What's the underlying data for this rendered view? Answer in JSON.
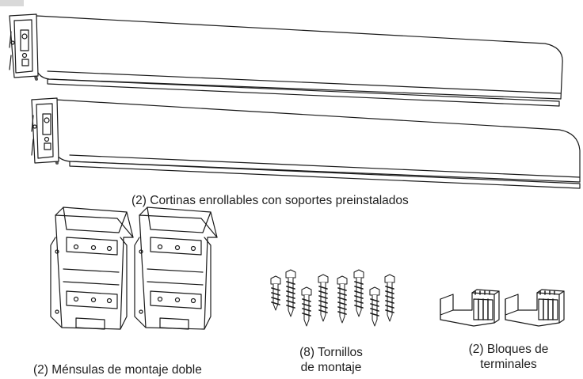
{
  "captions": {
    "shades": "(2) Cortinas enrollables con soportes preinstalados",
    "brackets": "(2) Ménsulas de montaje doble",
    "screws_line1": "(8) Tornillos",
    "screws_line2": "de montaje",
    "terminals_line1": "(2) Bloques de",
    "terminals_line2": "terminales"
  },
  "colors": {
    "line": "#1a1a1a",
    "fill": "#ffffff",
    "shade": "#9a9a9a"
  }
}
